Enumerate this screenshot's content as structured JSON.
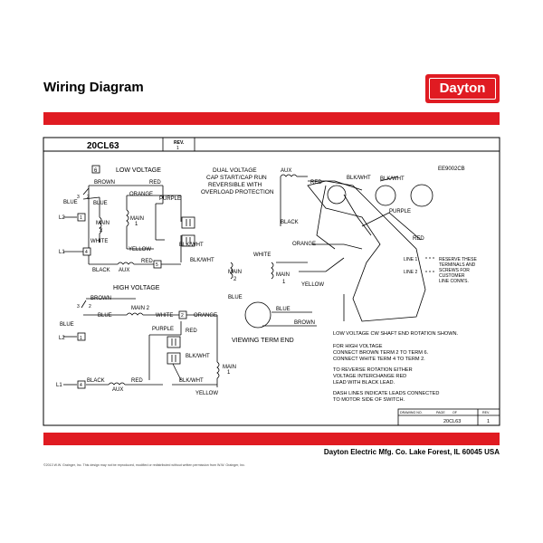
{
  "header": {
    "title": "Wiring Diagram",
    "logo_text": "Dayton"
  },
  "title_block": {
    "model": "20CL63",
    "rev_label": "REV.",
    "rev_value": "1"
  },
  "low_voltage": {
    "title": "LOW VOLTAGE",
    "terminal_6": "6",
    "terminal_1": "1",
    "terminal_4": "4",
    "terminal_5": "5",
    "brown": "BROWN",
    "red": "RED",
    "orange": "ORANGE",
    "purple": "PURPLE",
    "blue": "BLUE",
    "white": "WHITE",
    "yellow": "YELLOW",
    "black": "BLACK",
    "aux": "AUX",
    "blk_wht": "BLK/WHT",
    "blk_wht2": "BLK/WHT",
    "main2_a": "MAIN",
    "main2_b": "2",
    "main1_a": "MAIN",
    "main1_b": "1",
    "l2": "L2",
    "l1": "L1",
    "n3": "3",
    "n2": "2"
  },
  "high_voltage": {
    "title": "HIGH VOLTAGE",
    "brown": "BROWN",
    "blue": "BLUE",
    "main2": "MAIN 2",
    "white": "WHITE",
    "orange": "ORANGE",
    "purple": "PURPLE",
    "red_a": "RED",
    "blk_wht": "BLK/WHT",
    "main1_a": "MAIN",
    "main1_b": "1",
    "black": "BLACK",
    "red_b": "RED",
    "aux": "AUX",
    "blk_wht2": "BLK/WHT",
    "yellow": "YELLOW",
    "terminal_2": "2",
    "terminal_1": "1",
    "terminal_4": "4",
    "l2": "L2",
    "l1": "L1",
    "n3": "3",
    "n2": "2"
  },
  "description": {
    "line1": "DUAL VOLTAGE",
    "line2": "CAP START/CAP RUN",
    "line3": "REVERSIBLE WITH",
    "line4": "OVERLOAD PROTECTION"
  },
  "motor": {
    "aux": "AUX",
    "red_a": "RED",
    "blk_wht": "BLK/WHT",
    "blk_wht2": "BLK/WHT",
    "purple": "PURPLE",
    "black": "BLACK",
    "orange": "ORANGE",
    "red_b": "RED",
    "white": "WHITE",
    "main2_a": "MAIN",
    "main2_b": "2",
    "main1_a": "MAIN",
    "main1_b": "1",
    "yellow": "YELLOW",
    "blue": "BLUE",
    "brown": "BROWN",
    "line1": "LINE 1",
    "line2": "LINE 2",
    "part_no": "EE9002CB",
    "viewing": "VIEWING TERM END",
    "reserve1": "RESERVE THESE",
    "reserve2": "TERMINALS AND",
    "reserve3": "SCREWS FOR",
    "reserve4": "CUSTOMER",
    "reserve5": "LINE CONN'S."
  },
  "notes": {
    "rotation": "LOW VOLTAGE CW SHAFT END ROTATION SHOWN.",
    "hv1": "FOR HIGH VOLTAGE",
    "hv2": "CONNECT BROWN TERM 2 TO TERM 6.",
    "hv3": "CONNECT WHITE TERM 4 TO TERM 2.",
    "rev1": "TO REVERSE ROTATION EITHER",
    "rev2": "VOLTAGE INTERCHANGE RED",
    "rev3": "LEAD WITH BLACK LEAD.",
    "dash1": "DASH LINES INDICATE LEADS CONNECTED",
    "dash2": "TO MOTOR SIDE OF SWITCH."
  },
  "drawing_block": {
    "drawing_no": "DRAWING NO.",
    "page_of": "PAGE",
    "of": "OF",
    "rev_label": "REV.",
    "model": "20CL63",
    "rev_value": "1"
  },
  "footer": {
    "company": "Dayton Electric Mfg. Co.  Lake Forest, IL  60045  USA",
    "copyright": "©2013 W.W. Grainger, Inc.   This design may not be reproduced, modified or redistributed without written permission from W.W. Grainger, Inc."
  },
  "colors": {
    "brand_red": "#e01b22"
  }
}
